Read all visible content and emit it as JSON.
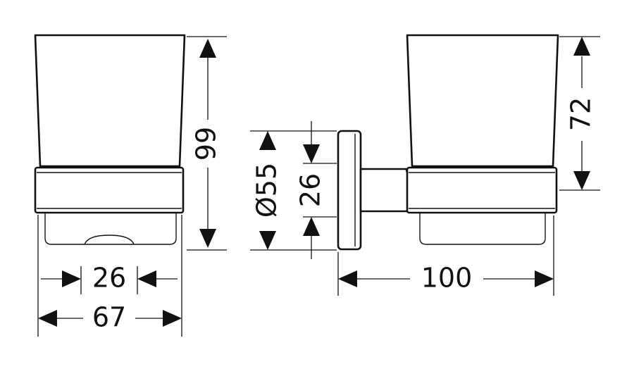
{
  "dimensions": {
    "total_height": "99",
    "holder_width": "67",
    "holder_base_width": "26",
    "rosette_diameter": "Ø55",
    "rosette_mount_width": "26",
    "projection": "100",
    "glass_height": "72"
  }
}
